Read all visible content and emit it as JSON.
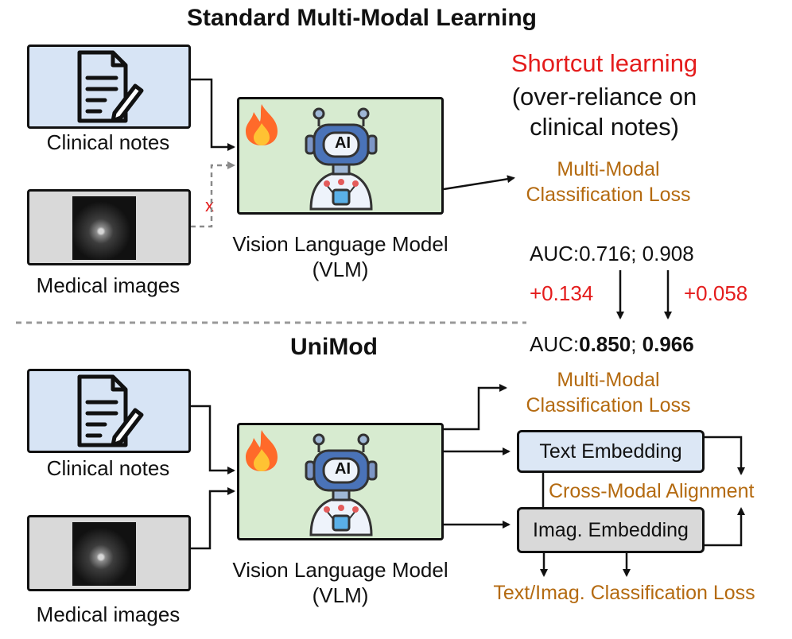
{
  "top": {
    "title": "Standard Multi-Modal Learning",
    "clinical_notes_label": "Clinical notes",
    "medical_images_label": "Medical images",
    "vlm_label_line1": "Vision Language Model",
    "vlm_label_line2": "(VLM)",
    "robot_badge": "AI",
    "cross_mark": "x",
    "shortcut_title": "Shortcut learning",
    "shortcut_line1": "(over-reliance on",
    "shortcut_line2": "clinical notes)",
    "loss_line1": "Multi-Modal",
    "loss_line2": "Classification Loss"
  },
  "auc": {
    "baseline_prefix": "AUC:",
    "baseline_values": "0.716; 0.908",
    "gain_left": "+0.134",
    "gain_right": "+0.058",
    "improved_prefix": "AUC:",
    "improved_value_1": "0.850",
    "separator": "; ",
    "improved_value_2": "0.966"
  },
  "bottom": {
    "title": "UniMod",
    "clinical_notes_label": "Clinical notes",
    "medical_images_label": "Medical images",
    "vlm_label_line1": "Vision Language Model",
    "vlm_label_line2": "(VLM)",
    "robot_badge": "AI",
    "loss_line1": "Multi-Modal",
    "loss_line2": "Classification Loss",
    "text_embedding": "Text Embedding",
    "image_embedding": "Imag. Embedding",
    "cross_modal_alignment": "Cross-Modal Alignment",
    "text_image_loss": "Text/Imag. Classification Loss"
  },
  "colors": {
    "notes_box": "#d7e4f5",
    "image_box": "#d9d9d9",
    "vlm_box": "#d7ebd0",
    "loss_text": "#b46a10",
    "highlight_red": "#e41c1c"
  }
}
